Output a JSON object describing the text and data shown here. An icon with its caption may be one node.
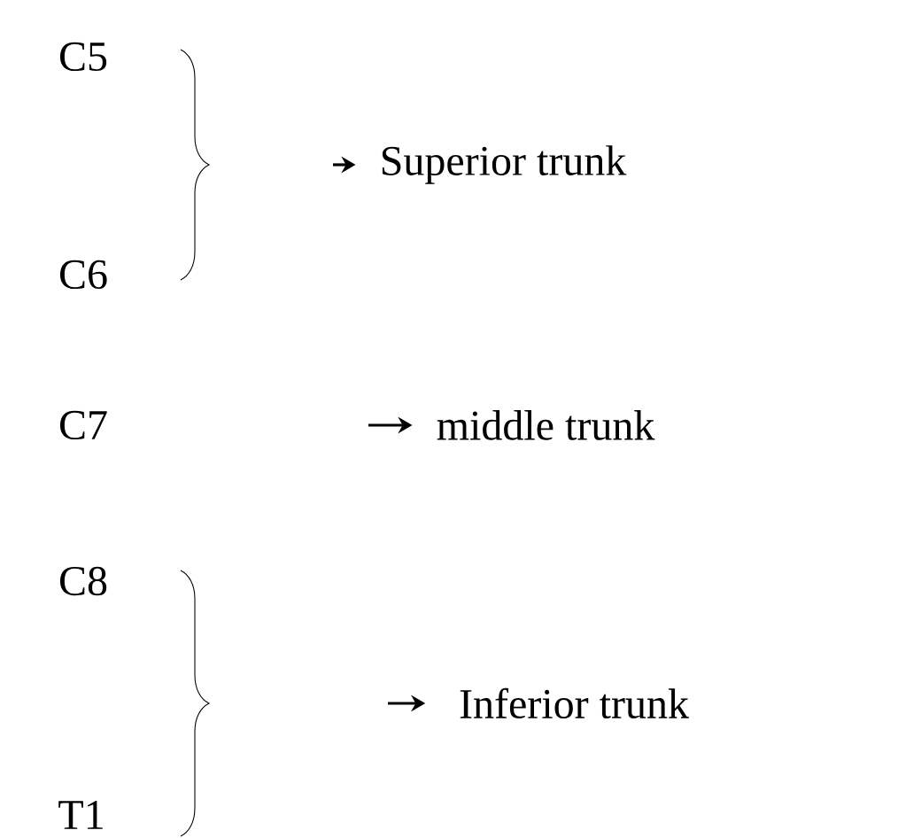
{
  "diagram": {
    "nodes": [
      {
        "text": [
          "C5"
        ]
      },
      {
        "text": [
          "C6"
        ]
      },
      {
        "text": [
          "C7"
        ]
      },
      {
        "text": [
          "C8"
        ]
      },
      {
        "text": [
          "T1"
        ]
      },
      {
        "text": [
          "Superior trunk"
        ]
      },
      {
        "text": [
          "middle trunk"
        ]
      },
      {
        "text": [
          "Inferior trunk"
        ]
      }
    ],
    "edges": [
      {
        "from": null,
        "to": 5,
        "arrow": "to"
      },
      {
        "from": null,
        "to": 6,
        "arrow": "to"
      },
      {
        "from": null,
        "to": 7,
        "arrow": "to"
      }
    ]
  }
}
